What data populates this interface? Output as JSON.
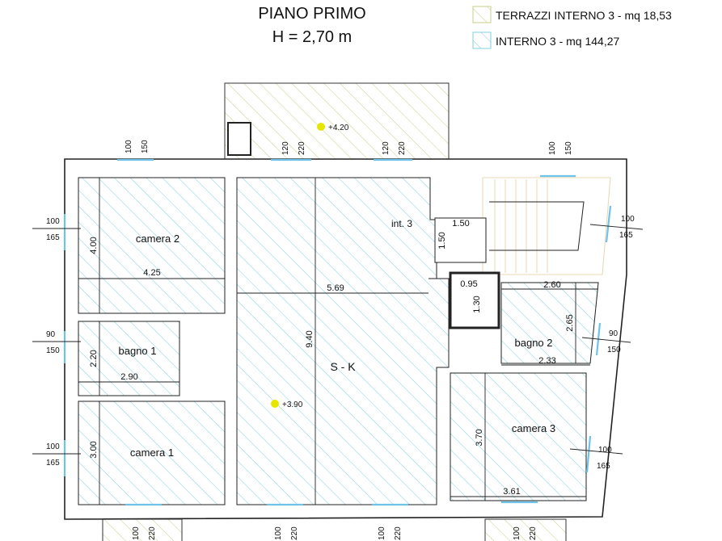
{
  "header": {
    "title": "PIANO PRIMO",
    "subtitle": "H = 2,70 m"
  },
  "legend": [
    {
      "label": "TERRAZZI INTERNO 3 - mq 18,53",
      "color": "#c8cf8a"
    },
    {
      "label": "INTERNO 3 - mq 144,27",
      "color": "#7fd0dc"
    }
  ],
  "rooms": {
    "camera2": "camera 2",
    "bagno1": "bagno 1",
    "camera1": "camera 1",
    "sk": "S - K",
    "int3": "int. 3",
    "bagno2": "bagno 2",
    "camera3": "camera 3"
  },
  "levels": {
    "terrace": "+4.20",
    "living": "+3.90"
  },
  "dimensions": {
    "cam2_w": "4.25",
    "cam2_h": "4.00",
    "sk_w": "5.69",
    "sk_h": "9.40",
    "bagno1_w": "2.90",
    "bagno1_h": "2.20",
    "cam1_h": "3.00",
    "lift_w": "1.50",
    "lift_h": "1.50",
    "shaft_w": "0.95",
    "shaft_h": "1.30",
    "bagno2_w": "2.60",
    "bagno2_h": "2.65",
    "bagno2_w2": "2.33",
    "cam3_h": "3.70",
    "cam3_w": "3.61"
  },
  "openings": {
    "top": [
      [
        "100",
        "150"
      ],
      [
        "120",
        "220"
      ],
      [
        "120",
        "220"
      ],
      [
        "100",
        "150"
      ]
    ],
    "left": [
      [
        "100",
        "165"
      ],
      [
        "90",
        "150"
      ],
      [
        "100",
        "165"
      ]
    ],
    "right": [
      [
        "100",
        "165"
      ],
      [
        "90",
        "150"
      ],
      [
        "100",
        "165"
      ]
    ],
    "bottom": [
      [
        "100",
        "220"
      ],
      [
        "100",
        "220"
      ],
      [
        "100",
        "220"
      ],
      [
        "100",
        "220"
      ]
    ]
  },
  "colors": {
    "interior_hatch": "#7fd0dc",
    "terrace_hatch": "#c8cf8a",
    "stair": "#e8d8b0",
    "level_marker": "#e6e600"
  }
}
